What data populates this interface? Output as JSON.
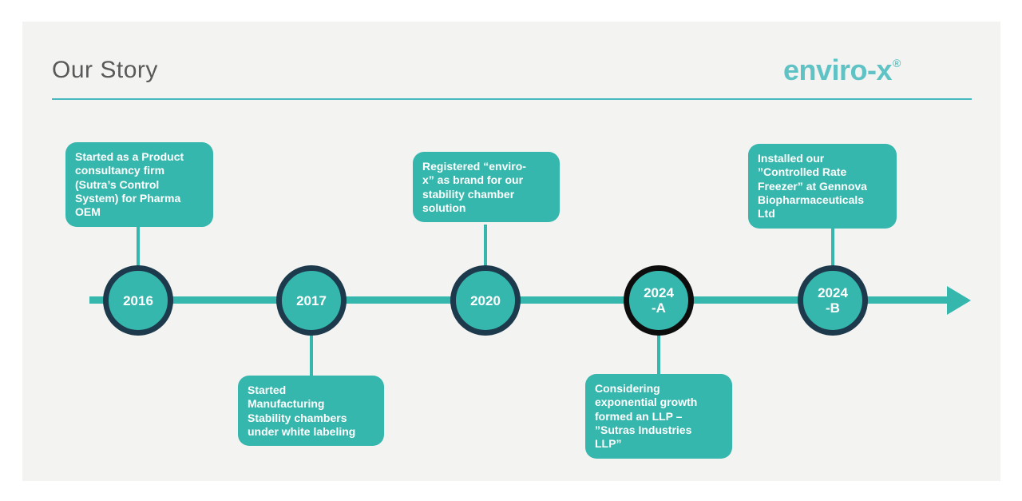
{
  "header": {
    "title": "Our Story",
    "logo": {
      "text": "enviro-x",
      "registered_mark": "®"
    }
  },
  "colors": {
    "slide_background": "#f3f3f2",
    "teal": "#36b7ad",
    "divider_teal": "#48b8c0",
    "logo_teal": "#5fc2c4",
    "node_border": "#1d3a4d",
    "node_border_highlight": "#0d0d0d",
    "title_text": "#595959",
    "callout_text": "#ffffff"
  },
  "timeline": {
    "arrow_direction": "right",
    "events": [
      {
        "year": "2016",
        "suffix": "",
        "callout_position": "above",
        "label": "Started as a Product\nconsultancy firm\n(Sutra’s Control\nSystem) for Pharma\nOEM"
      },
      {
        "year": "2017",
        "suffix": "",
        "callout_position": "below",
        "label": "Started\nManufacturing\nStability chambers\nunder white labeling"
      },
      {
        "year": "2020",
        "suffix": "",
        "callout_position": "above",
        "label": "Registered “enviro-\nx” as brand for our\nstability chamber\nsolution"
      },
      {
        "year": "2024",
        "suffix": "-A",
        "callout_position": "below",
        "label": "Considering\nexponential growth\nformed an LLP –\n”Sutras Industries\nLLP”"
      },
      {
        "year": "2024",
        "suffix": "-B",
        "callout_position": "above",
        "label": "Installed our\n”Controlled Rate\nFreezer” at Gennova\nBiopharmaceuticals\nLtd"
      }
    ]
  }
}
